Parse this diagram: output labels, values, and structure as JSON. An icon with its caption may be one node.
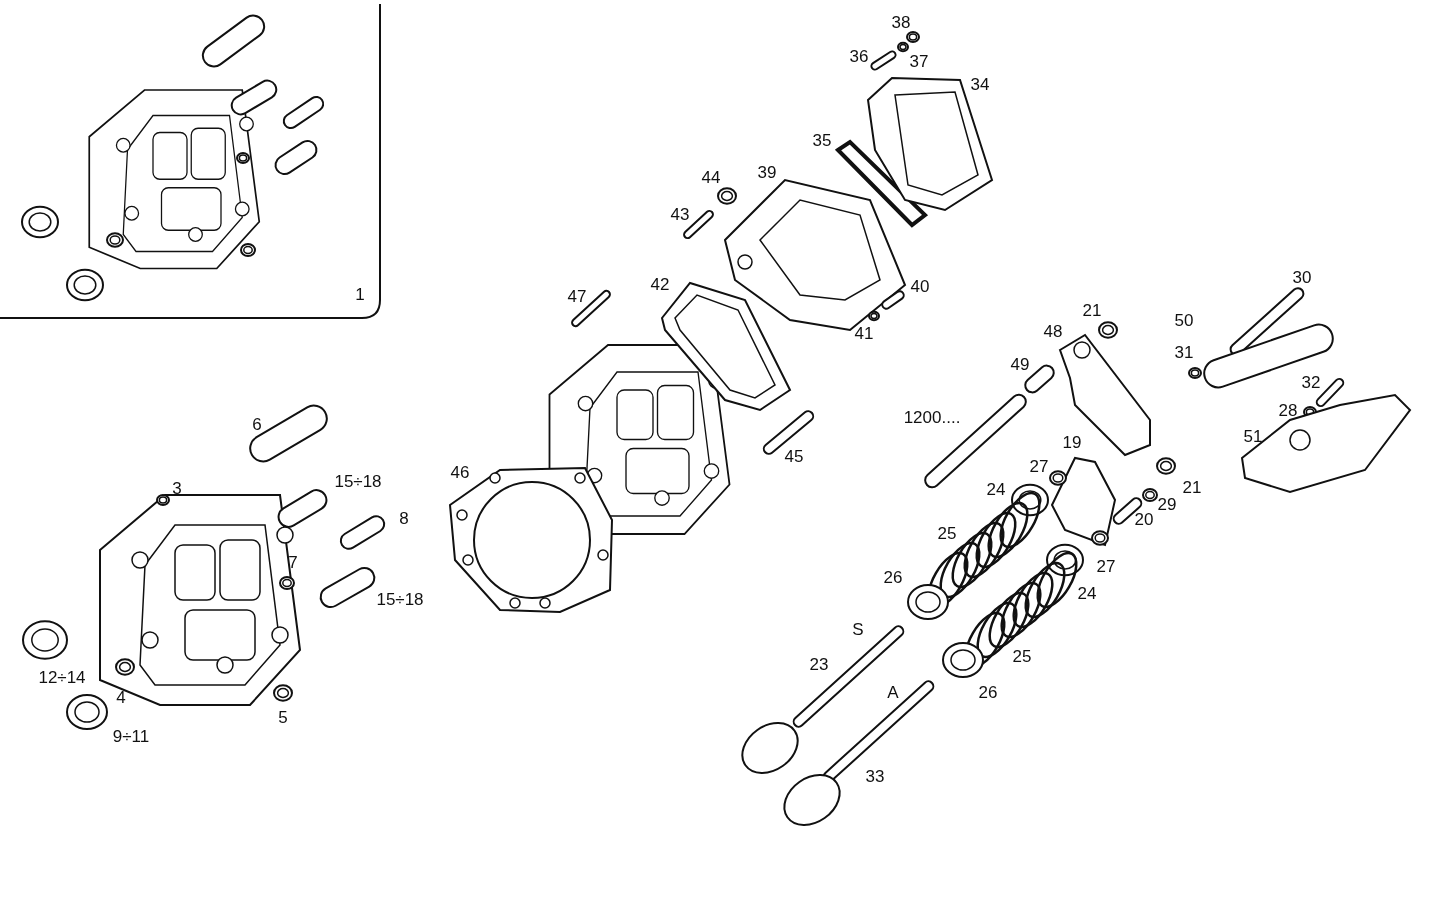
{
  "diagram": {
    "labels": [
      "38",
      "36",
      "37",
      "34",
      "35",
      "39",
      "44",
      "43",
      "1",
      "47",
      "42",
      "40",
      "41",
      "21",
      "48",
      "30",
      "50",
      "31",
      "49",
      "6",
      "1200....",
      "32",
      "28",
      "51",
      "45",
      "19",
      "3",
      "15÷18",
      "27",
      "24",
      "21",
      "46",
      "8",
      "29",
      "20",
      "25",
      "7",
      "27",
      "15÷18",
      "26",
      "24",
      "S",
      "25",
      "23",
      "A",
      "12÷14",
      "4",
      "26",
      "5",
      "9÷11",
      "33"
    ]
  }
}
